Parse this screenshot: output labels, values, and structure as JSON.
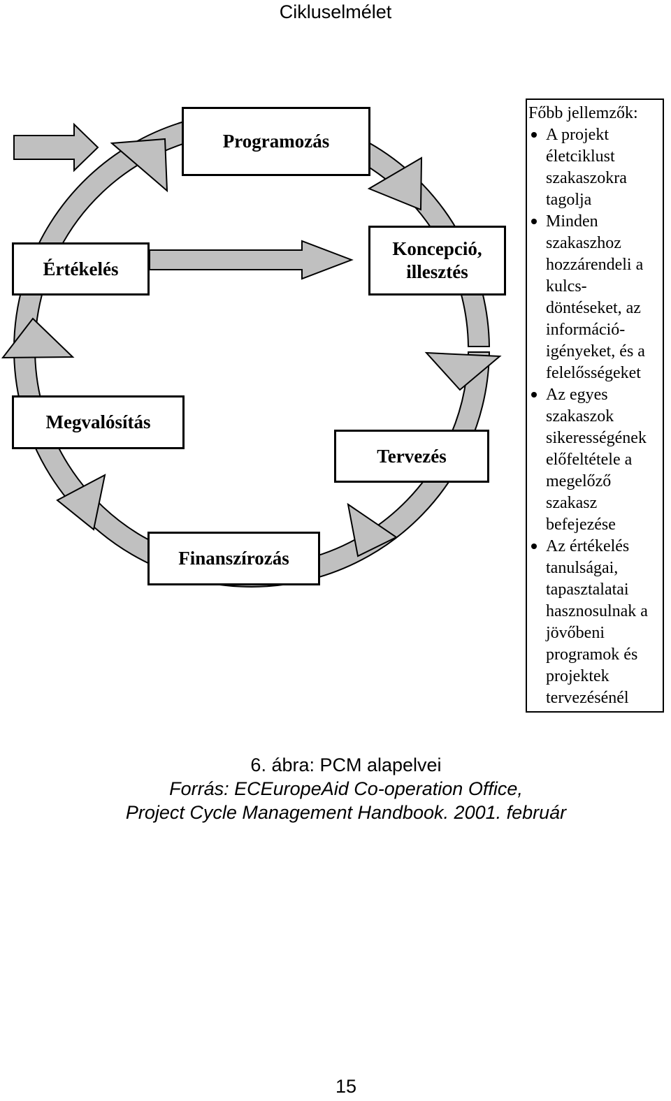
{
  "header": {
    "title": "Cikluselmélet"
  },
  "diagram": {
    "stages": {
      "programozas": "Programozás",
      "koncepcio": "Koncepció, illesztés",
      "tervezes": "Tervezés",
      "finanszirozas": "Finanszírozás",
      "megvalositas": "Megvalósítás",
      "ertekeles": "Értékelés"
    },
    "colors": {
      "arrow_fill": "#c0c0c0",
      "stroke": "#000000"
    }
  },
  "features": {
    "title": "Főbb jellemzők:",
    "items": [
      "A projekt életciklust szakaszokra tagolja",
      "Minden szakaszhoz hozzárendeli a kulcs-döntéseket, az információ-igényeket, és a felelősségeket",
      "Az egyes szakaszok sikerességének előfeltétele a megelőző szakasz befejezése",
      "Az értékelés tanulságai, tapasztalatai hasznosulnak a jövőbeni programok és projektek tervezésénél"
    ]
  },
  "caption": {
    "title": "6. ábra: PCM alapelvei",
    "source_line1": "Forrás: ECEuropeAid Co-operation Office,",
    "source_line2": "Project Cycle Management Handbook. 2001. február"
  },
  "page_number": "15"
}
